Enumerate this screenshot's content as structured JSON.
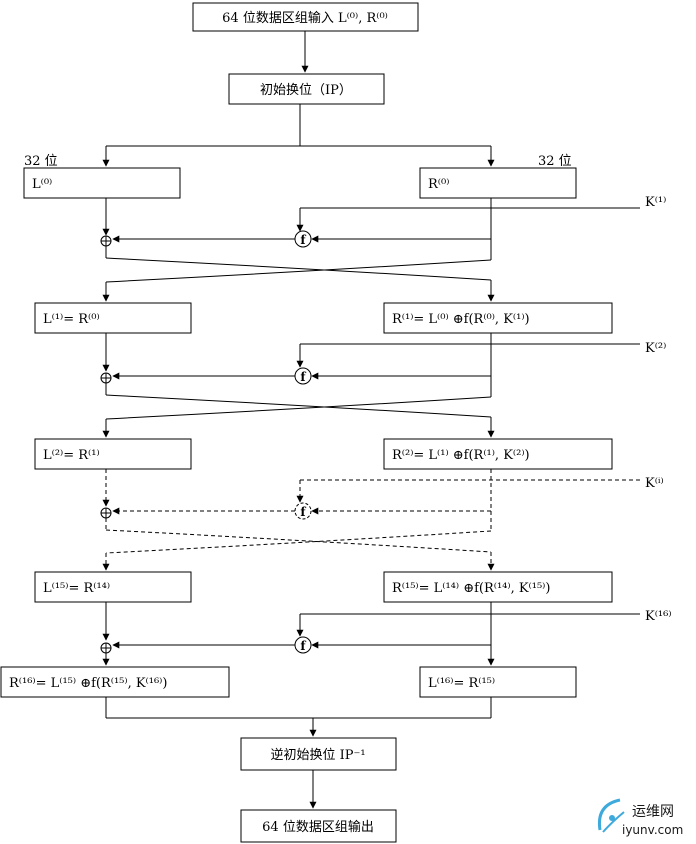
{
  "boxes": {
    "input": "64 位数据区组输入 L⁽⁰⁾, R⁽⁰⁾",
    "ip": "初始换位（IP）",
    "L0": "L⁽⁰⁾",
    "R0": "R⁽⁰⁾",
    "L1": "L⁽¹⁾= R⁽⁰⁾",
    "R1": "R⁽¹⁾= L⁽⁰⁾ ⊕f(R⁽⁰⁾, K⁽¹⁾)",
    "L2": "L⁽²⁾= R⁽¹⁾",
    "R2": "R⁽²⁾= L⁽¹⁾ ⊕f(R⁽¹⁾, K⁽²⁾)",
    "L15": "L⁽¹⁵⁾= R⁽¹⁴⁾",
    "R15": "R⁽¹⁵⁾= L⁽¹⁴⁾ ⊕f(R⁽¹⁴⁾, K⁽¹⁵⁾)",
    "R16": "R⁽¹⁶⁾= L⁽¹⁵⁾ ⊕f(R⁽¹⁵⁾, K⁽¹⁶⁾)",
    "L16": "L⁽¹⁶⁾= R⁽¹⁵⁾",
    "ipinv": "逆初始换位 IP⁻¹",
    "output": "64 位数据区组输出"
  },
  "labels": {
    "left_width": "32 位",
    "right_width": "32 位",
    "K1": "K⁽¹⁾",
    "K2": "K⁽²⁾",
    "Ki": "K⁽ⁱ⁾",
    "K16": "K⁽¹⁶⁾",
    "f": "f"
  },
  "watermark": {
    "brand": "运维网",
    "url": "iyunv.com"
  }
}
